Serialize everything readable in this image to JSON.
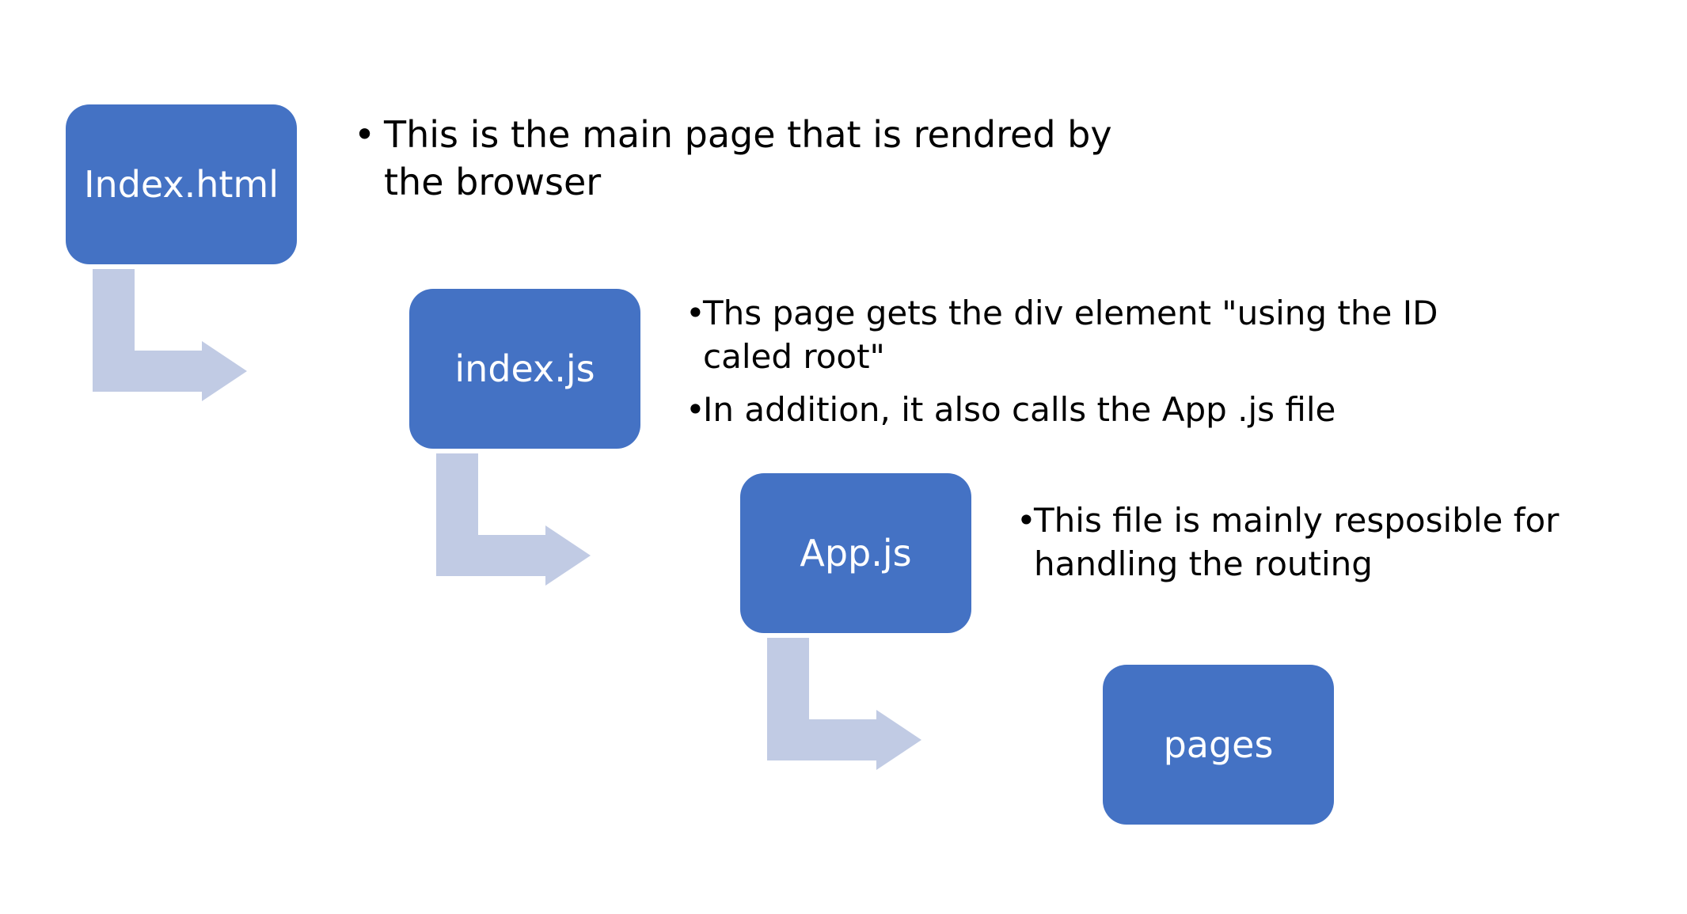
{
  "colors": {
    "node_fill": "#4472C4",
    "arrow_fill": "#C1CBE4",
    "node_text": "#FFFFFF",
    "body_text": "#000000"
  },
  "nodes": [
    {
      "id": "index-html",
      "label": "Index.html"
    },
    {
      "id": "index-js",
      "label": "index.js"
    },
    {
      "id": "app-js",
      "label": "App.js"
    },
    {
      "id": "pages",
      "label": "pages"
    }
  ],
  "descriptions": {
    "index_html": [
      "This is the main page that is rendred by the browser"
    ],
    "index_js": [
      "Ths page gets the div element \"using the ID caled root\"",
      "In addition, it also calls the App .js file"
    ],
    "app_js": [
      "This file is mainly resposible for handling the routing"
    ]
  },
  "bullet_glyph": "•",
  "connectors": [
    {
      "from": "index-html",
      "to": "index-js",
      "shape": "bent-arrow"
    },
    {
      "from": "index-js",
      "to": "app-js",
      "shape": "bent-arrow"
    },
    {
      "from": "app-js",
      "to": "pages",
      "shape": "bent-arrow"
    }
  ]
}
